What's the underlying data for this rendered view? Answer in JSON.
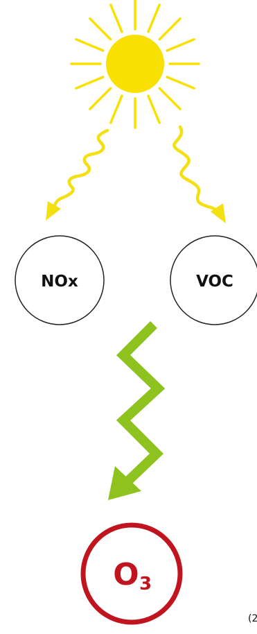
{
  "nodes": {
    "nox": {
      "label": "NOx"
    },
    "voc": {
      "label": "VOC"
    },
    "ozone": {
      "symbol": "O",
      "subscript": "3"
    }
  },
  "corner_note": "(2",
  "colors": {
    "sun": "#F8E000",
    "sunlight_arrow": "#F4E010",
    "reaction_arrow": "#8DC21F",
    "ozone": "#C0151F",
    "node_outline": "#222222"
  },
  "icons": {
    "sun": "sun-icon",
    "sunlight_arrow": "wavy-arrow-icon",
    "reaction_arrow": "zigzag-arrow-icon"
  }
}
